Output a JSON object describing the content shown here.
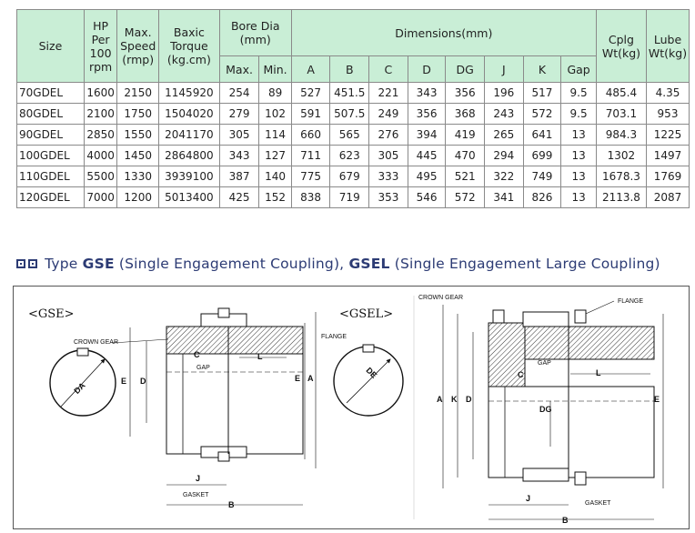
{
  "table": {
    "headers": {
      "size": "Size",
      "hp": "HP Per 100 rpm",
      "max_speed": "Max. Speed (rmp)",
      "torque": "Baxic Torque (kg.cm)",
      "bore_dia": "Bore Dia (mm)",
      "dimensions": "Dimensions(mm)",
      "cplg": "Cplg Wt(kg)",
      "lube": "Lube Wt(kg)",
      "bore_max": "Max.",
      "bore_min": "Min.",
      "A": "A",
      "B": "B",
      "C": "C",
      "D": "D",
      "DG": "DG",
      "J": "J",
      "K": "K",
      "Gap": "Gap"
    },
    "rows": [
      [
        "70GDEL",
        "1600",
        "2150",
        "1145920",
        "254",
        "89",
        "527",
        "451.5",
        "221",
        "343",
        "356",
        "196",
        "517",
        "9.5",
        "485.4",
        "4.35"
      ],
      [
        "80GDEL",
        "2100",
        "1750",
        "1504020",
        "279",
        "102",
        "591",
        "507.5",
        "249",
        "356",
        "368",
        "243",
        "572",
        "9.5",
        "703.1",
        "953"
      ],
      [
        "90GDEL",
        "2850",
        "1550",
        "2041170",
        "305",
        "114",
        "660",
        "565",
        "276",
        "394",
        "419",
        "265",
        "641",
        "13",
        "984.3",
        "1225"
      ],
      [
        "100GDEL",
        "4000",
        "1450",
        "2864800",
        "343",
        "127",
        "711",
        "623",
        "305",
        "445",
        "470",
        "294",
        "699",
        "13",
        "1302",
        "1497"
      ],
      [
        "110GDEL",
        "5500",
        "1330",
        "3939100",
        "387",
        "140",
        "775",
        "679",
        "333",
        "495",
        "521",
        "322",
        "749",
        "13",
        "1678.3",
        "1769"
      ],
      [
        "120GDEL",
        "7000",
        "1200",
        "5013400",
        "425",
        "152",
        "838",
        "719",
        "353",
        "546",
        "572",
        "341",
        "826",
        "13",
        "2113.8",
        "2087"
      ]
    ]
  },
  "subtitle": {
    "prefix": "Type ",
    "gse": "GSE",
    "gse_desc": " (Single Engagement Coupling), ",
    "gsel": "GSEL",
    "gsel_desc": " (Single Engagement Large Coupling)"
  },
  "drawing": {
    "gse_title": "<GSE>",
    "gsel_title": "<GSEL>",
    "labels": {
      "crown_gear": "CROWN GEAR",
      "flange": "FLANGE",
      "gasket": "GASKET",
      "gap": "GAP",
      "da": "DA",
      "de": "DE",
      "a": "A",
      "b": "B",
      "c": "C",
      "d": "D",
      "e": "E",
      "j": "J",
      "k": "K",
      "l": "L",
      "dg": "DG"
    }
  },
  "colors": {
    "header_bg": "#c9eed6",
    "subtitle": "#2c3b74",
    "border": "#8a8a8a"
  }
}
